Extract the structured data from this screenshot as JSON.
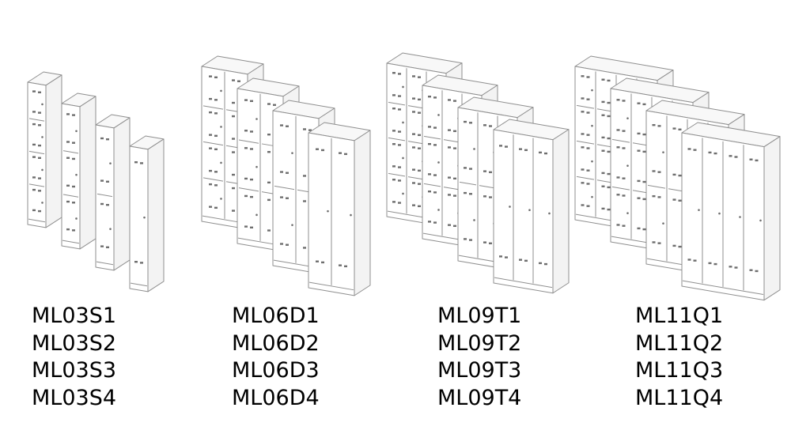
{
  "diagram_title": "locker-range-catalog",
  "style": {
    "line_color": "#8f8f8f",
    "vent_color": "#6e6e6e",
    "front_fill": "#ffffff",
    "side_fill": "#f3f3f3",
    "top_fill": "#f8f8f8",
    "text_color": "#000000",
    "background": "#ffffff"
  },
  "groups": [
    {
      "id": "ml03s",
      "illustration": "single-column-lockers",
      "columns": 1,
      "models": [
        "ML03S1",
        "ML03S2",
        "ML03S3",
        "ML03S4"
      ]
    },
    {
      "id": "ml06d",
      "illustration": "double-column-lockers",
      "columns": 2,
      "models": [
        "ML06D1",
        "ML06D2",
        "ML06D3",
        "ML06D4"
      ]
    },
    {
      "id": "ml09t",
      "illustration": "triple-column-lockers",
      "columns": 3,
      "models": [
        "ML09T1",
        "ML09T2",
        "ML09T3",
        "ML09T4"
      ]
    },
    {
      "id": "ml11q",
      "illustration": "quad-column-lockers",
      "columns": 4,
      "models": [
        "ML11Q1",
        "ML11Q2",
        "ML11Q3",
        "ML11Q4"
      ]
    }
  ]
}
